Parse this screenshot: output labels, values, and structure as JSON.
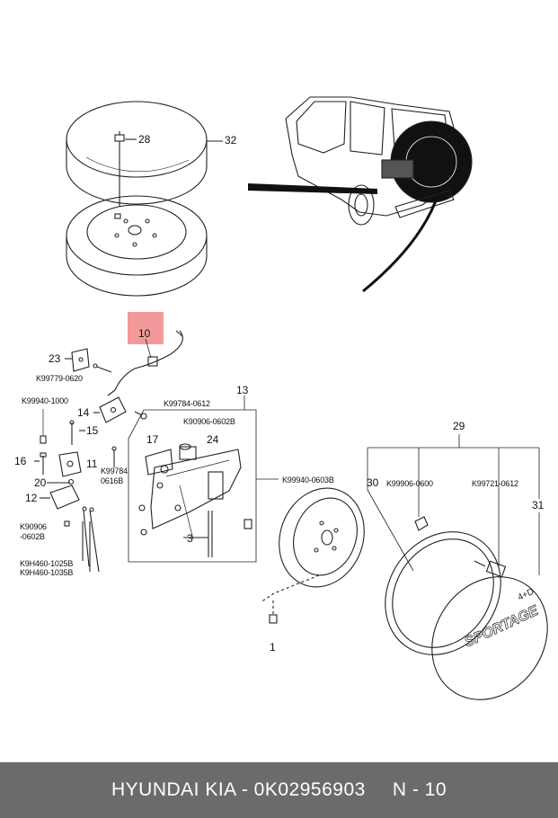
{
  "callouts": {
    "c32": "32",
    "c28": "28",
    "c10": "10",
    "c23": "23",
    "k99779": "K99779-0620",
    "k99940a": "K99940-1000",
    "c15": "15",
    "c14": "14",
    "k99784a": "K99784-0612",
    "c13": "13",
    "k90906a": "K90906-0602B",
    "c17": "17",
    "c24": "24",
    "c16": "16",
    "c11": "11",
    "c20": "20",
    "c12": "12",
    "k99784b_1": "K99784",
    "k99784b_2": "0616B",
    "k99940b": "K99940-0603B",
    "k90906b_1": "K90906",
    "k90906b_2": "-0602B",
    "c3": "3",
    "k9h460a": "K9H460-1025B",
    "k9h460b": "K9H460-1035B",
    "c1": "1",
    "c29": "29",
    "c30": "30",
    "k99906": "K99906-0600",
    "k99721": "K99721-0612",
    "c31": "31"
  },
  "cover_text": {
    "model": "SPORTAGE",
    "drive": "4+D"
  },
  "footer": {
    "brand": "HYUNDAI  KIA - 0K02956903",
    "page": "N - 10"
  },
  "colors": {
    "highlight": "#f29a9a",
    "footer_bg": "#6b6b6b",
    "line": "#222222"
  }
}
